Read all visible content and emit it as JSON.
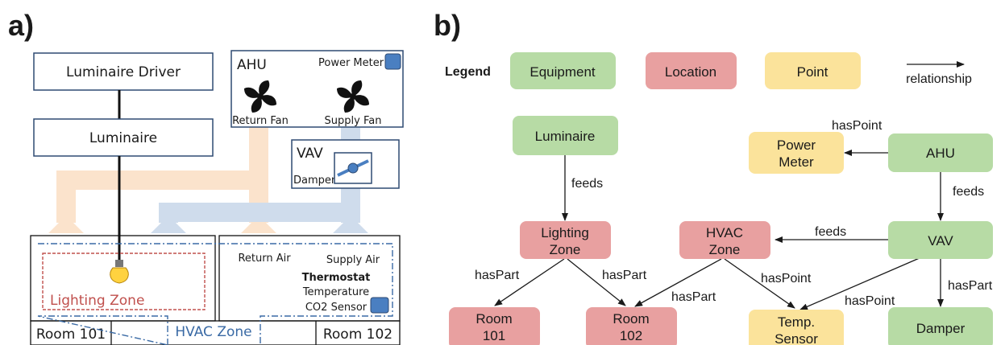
{
  "panel_a": {
    "label": "a)",
    "luminaire_driver": "Luminaire Driver",
    "luminaire": "Luminaire",
    "ahu": {
      "title": "AHU",
      "power_meter": "Power Meter",
      "return_fan": "Return Fan",
      "supply_fan": "Supply Fan"
    },
    "vav": {
      "title": "VAV",
      "damper": "Damper"
    },
    "return_air": "Return Air",
    "supply_air": "Supply Air",
    "thermostat": {
      "title": "Thermostat",
      "temperature": "Temperature",
      "co2": "CO2 Sensor"
    },
    "lighting_zone": "Lighting Zone",
    "hvac_zone": "HVAC Zone",
    "room_101": "Room 101",
    "room_102": "Room 102",
    "colors": {
      "return_duct": "#fbe3cc",
      "supply_duct": "#cfdcec",
      "box_stroke": "#2e4a72",
      "lighting_zone": "#c0504d",
      "hvac_zone": "#3a6aa5",
      "sensor": "#4a7fc1"
    }
  },
  "panel_b": {
    "label": "b)",
    "legend": {
      "title": "Legend",
      "equipment": "Equipment",
      "location": "Location",
      "point": "Point",
      "relationship": "relationship"
    },
    "nodes": {
      "luminaire": "Luminaire",
      "lighting_zone_1": "Lighting",
      "lighting_zone_2": "Zone",
      "hvac_zone_1": "HVAC",
      "hvac_zone_2": "Zone",
      "room101_1": "Room",
      "room101_2": "101",
      "room102_1": "Room",
      "room102_2": "102",
      "power_meter_1": "Power",
      "power_meter_2": "Meter",
      "ahu": "AHU",
      "vav": "VAV",
      "damper": "Damper",
      "temp_sensor_1": "Temp.",
      "temp_sensor_2": "Sensor"
    },
    "edges": {
      "feeds_1": "feeds",
      "feeds_2": "feeds",
      "feeds_3": "feeds",
      "haspart_1": "hasPart",
      "haspart_2": "hasPart",
      "haspart_3": "hasPart",
      "haspart_4": "hasPart",
      "haspoint_1": "hasPoint",
      "haspoint_2": "hasPoint",
      "haspoint_3": "hasPoint"
    },
    "colors": {
      "equipment": "#b7dba5",
      "location": "#e8a0a0",
      "point": "#fbe39b"
    }
  }
}
